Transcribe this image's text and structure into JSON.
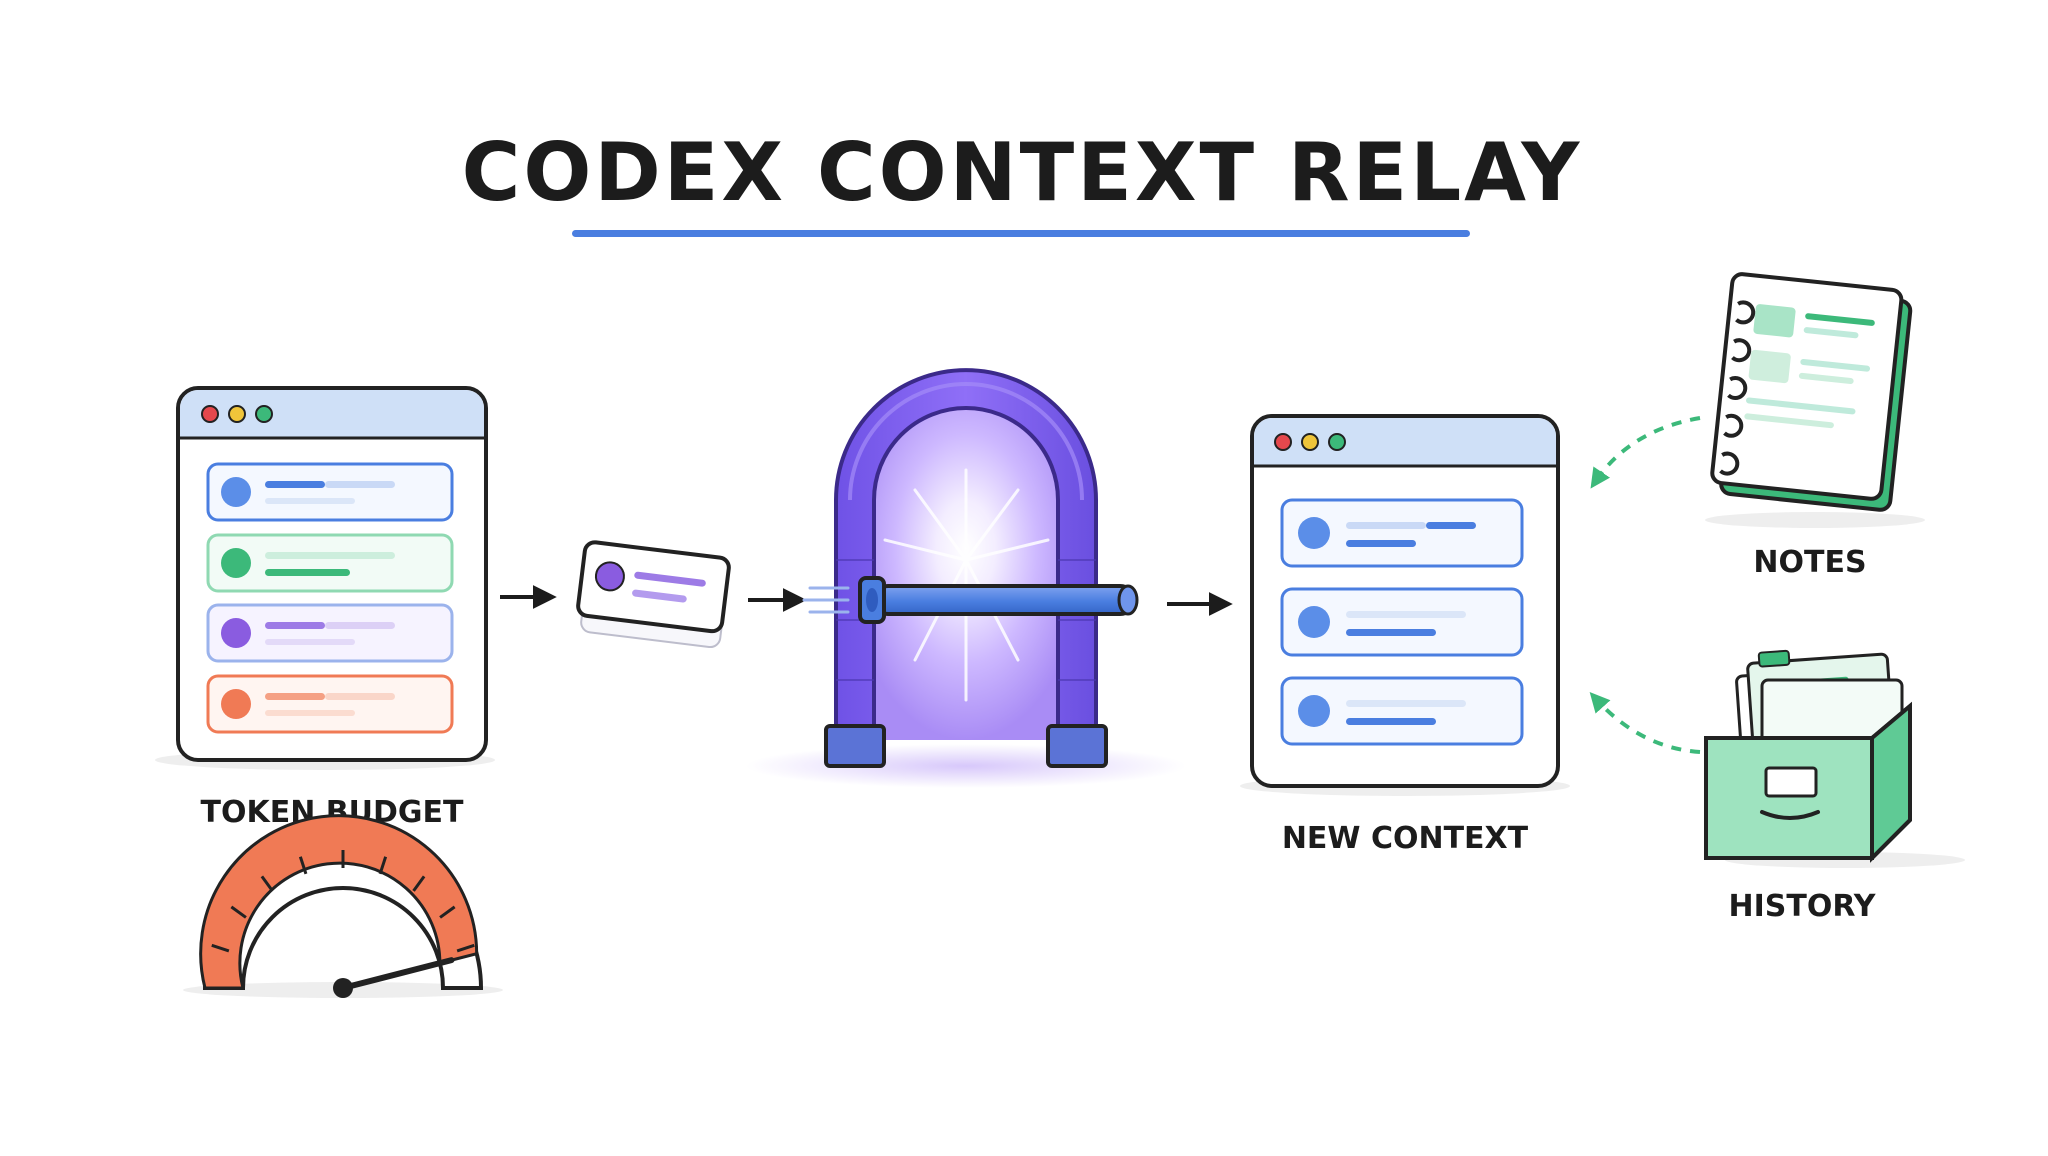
{
  "title": "CODEX CONTEXT RELAY",
  "labels": {
    "token_budget": "TOKEN BUDGET",
    "new_context": "NEW CONTEXT",
    "notes": "NOTES",
    "history": "HISTORY"
  },
  "icons": {
    "old_window": "browser-window-icon",
    "summary_card": "summary-card-icon",
    "portal": "stone-arch-portal-icon",
    "new_window": "browser-window-icon",
    "notes": "spiral-notebook-icon",
    "history": "file-cabinet-box-icon",
    "gauge": "gauge-icon"
  },
  "gauge": {
    "level_fraction": 0.92
  },
  "colors": {
    "accent_blue": "#4a7ee0",
    "green": "#3cb97a",
    "purple": "#8a5ce0",
    "orange": "#f07a55",
    "portal_purple": "#7d5cf0",
    "window_header": "#cfe0f7"
  }
}
